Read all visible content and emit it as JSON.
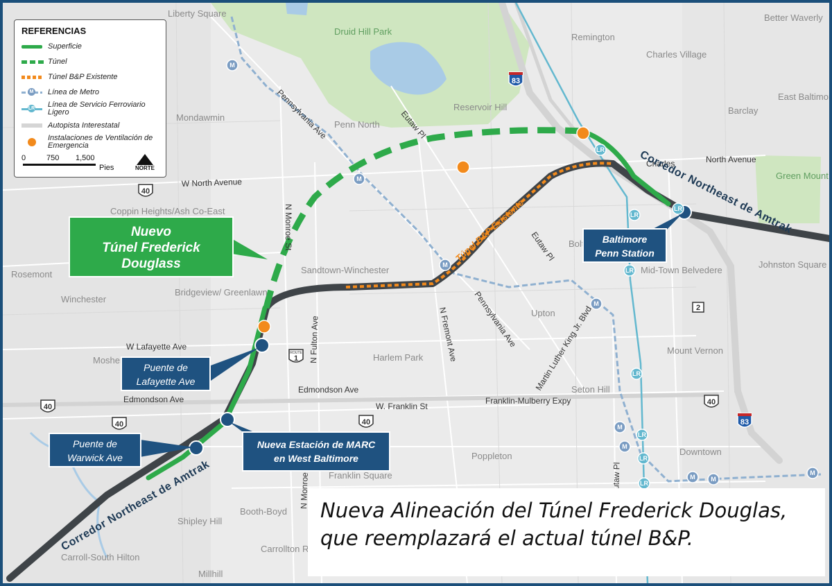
{
  "legend": {
    "title": "REFERENCIAS",
    "items": [
      {
        "label": "Superficie",
        "icon": "green-solid-line"
      },
      {
        "label": "Túnel",
        "icon": "green-dashed-line"
      },
      {
        "label": "Túnel B&P Existente",
        "icon": "orange-dashed-line"
      },
      {
        "label": "Línea de Metro",
        "icon": "metro-icon"
      },
      {
        "label": "Línea de Servicio Ferroviario Ligero",
        "icon": "light-rail-icon"
      },
      {
        "label": "Autopista Interestatal",
        "icon": "highway-line"
      },
      {
        "label": "Instalaciones de Ventilación de Emergencia",
        "icon": "orange-dot"
      }
    ],
    "scale": {
      "ticks": [
        "0",
        "750",
        "1,500"
      ],
      "unit": "Pies"
    },
    "north": "NORTE"
  },
  "metro_badge": "M",
  "light_rail_badge": "LR",
  "places": [
    "Liberty Square",
    "Druid Hill Park",
    "Remington",
    "Better Waverly",
    "Charles Village",
    "Mondawmin",
    "Penn North",
    "Reservoir Hill",
    "East Baltimore Midway",
    "Barclay",
    "Green Mount Cemetery",
    "Coppin Heights/Ash Co-East",
    "Rosemont",
    "Sandtown-Winchester",
    "Bridgeview/ Greenlawn",
    "Bolton Hill",
    "Mid-Town Belvedere",
    "Johnston Square",
    "Winchester",
    "Mosher",
    "Upton",
    "Harlem Park",
    "Mount Vernon",
    "Seton Hill",
    "Downtown",
    "Poppleton",
    "Booth-Boyd",
    "Shipley Hill",
    "Carrollton Ridge",
    "Carroll-South Hilton",
    "Millhill",
    "Franklin Square"
  ],
  "streets": [
    "W North Avenue",
    "North Avenue",
    "Pennsylvania Ave",
    "Eutaw Pl",
    "N Monroe St",
    "W Lafayette Ave",
    "N Fulton Ave",
    "N Fremont Ave",
    "Pennsylvania Ave",
    "Martin Luther King Jr. Blvd",
    "Edmondson Ave",
    "Edmondson Ave",
    "W. Franklin St",
    "Franklin-Mulberry Expy",
    "Eutaw Pl",
    "Eutaw Pl",
    "N Monroe St",
    "Charles"
  ],
  "shields": {
    "us40": "40",
    "i83": "83",
    "route1": "1",
    "md2": "2",
    "route1_top": "ROUTE"
  },
  "corridor_labels": [
    "Corredor Northeast de Amtrak",
    "Corredor Northeast de Amtrak"
  ],
  "bp_label": "Túnel B&P Existente",
  "tunnel_callout": [
    "Nuevo",
    "Túnel Frederick",
    "Douglass"
  ],
  "callouts": {
    "penn": [
      "Baltimore",
      "Penn Station"
    ],
    "lafayette": [
      "Puente de",
      "Lafayette Ave"
    ],
    "warwick": [
      "Puente de",
      "Warwick Ave"
    ],
    "marc": [
      "Nueva Estación de MARC",
      "en West Baltimore"
    ]
  },
  "caption": [
    "Nueva Alineación del Túnel Frederick Douglas,",
    "que reemplazará el actual túnel B&P."
  ],
  "colors": {
    "surface": "#2eaa4a",
    "existing_tunnel": "#f28a1c",
    "amtrak": "#3f4448",
    "metro": "#8fb0d0",
    "light_rail": "#63b8cf",
    "callout": "#1f5280",
    "park": "#cfe6c0",
    "water": "#a9cbe6"
  }
}
